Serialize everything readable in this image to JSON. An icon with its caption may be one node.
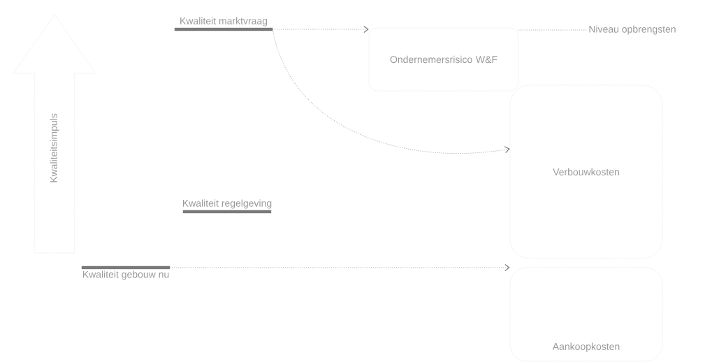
{
  "diagram": {
    "nodes": [
      {
        "text": [
          "Kwaliteit marktvraag"
        ]
      },
      {
        "text": [
          "Ondernemersrisico W&F"
        ]
      },
      {
        "text": [
          "Niveau opbrengsten"
        ]
      },
      {
        "text": [
          "Kwaliteitsimpuls"
        ]
      },
      {
        "text": [
          "Verbouwkosten"
        ]
      },
      {
        "text": [
          "Kwaliteit regelgeving"
        ]
      },
      {
        "text": [
          "Kwaliteit gebouw nu"
        ]
      },
      {
        "text": [
          "Aankoopkosten"
        ]
      }
    ],
    "edges": [
      {
        "from": 0,
        "to": 1,
        "arrow": "to"
      },
      {
        "from": 0,
        "to": 4,
        "arrow": "to"
      },
      {
        "from": 1,
        "to": 2,
        "arrow": "none"
      },
      {
        "from": 6,
        "to": 7,
        "arrow": "to"
      }
    ]
  }
}
